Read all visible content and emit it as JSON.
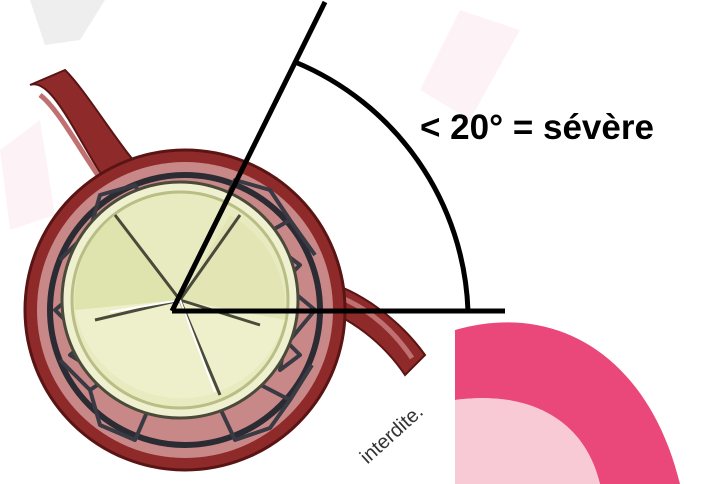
{
  "diagram": {
    "angle_label": "< 20° = sévère",
    "watermark_text": "interdite."
  },
  "colors": {
    "vessel_red": "#8f2a2a",
    "vessel_dark": "#5a1414",
    "tissue_pink": "#c98888",
    "stent_dark": "#3a3a44",
    "valve_cream": "#eef0cf",
    "valve_shadow": "#c9cf95",
    "valve_ring": "#b8be84",
    "watermark_pink": "#f6c9d3",
    "watermark_magenta": "#e8336b",
    "line_black": "#000000"
  },
  "icons": {
    "valve": "transcatheter-valve-illustration",
    "watermark": "pink-background-watermark"
  }
}
